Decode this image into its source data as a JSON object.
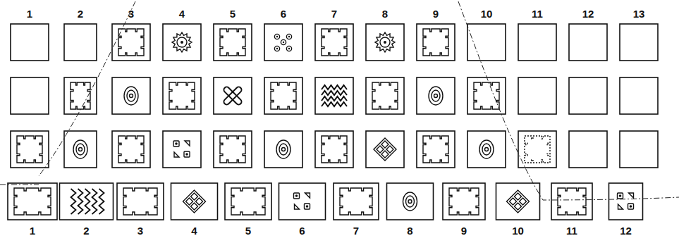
{
  "diagram": {
    "labels": [
      "1",
      "2",
      "3",
      "4",
      "5",
      "6",
      "7",
      "8",
      "9",
      "10",
      "11",
      "12",
      "13",
      "1",
      "2",
      "3",
      "4",
      "5",
      "6",
      "7",
      "8",
      "9",
      "10",
      "11",
      "12"
    ]
  }
}
